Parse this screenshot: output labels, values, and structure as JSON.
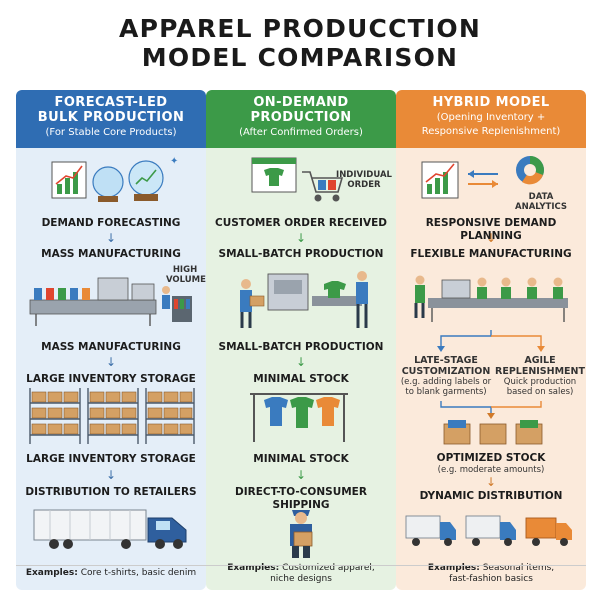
{
  "title": {
    "line1": "APPAREL PRODUCCTION",
    "line2": "MODEL COMPARISON"
  },
  "forecast": {
    "heading_line1": "FORECAST-LED",
    "heading_line2": "BULK PRODUCTION",
    "subheading": "(For Stable Core Products)",
    "steps": [
      "DEMAND FORECASTING",
      "MASS MANUFACTURING",
      "MASS MANUFACTURING",
      "LARGE INVENTORY STORAGE",
      "LARGE INVENTORY STORAGE",
      "DISTRIBUTION TO RETAILERS"
    ],
    "volume_label_line1": "HIGH",
    "volume_label_line2": "VOLUME",
    "examples_label": "Examples:",
    "examples_text": "Core t-shirts, basic denim"
  },
  "ondemand": {
    "heading_line1": "ON-DEMAND",
    "heading_line2": "PRODUCTION",
    "subheading": "(After Confirmed Orders)",
    "order_label_line1": "INDIVIDUAL",
    "order_label_line2": "ORDER",
    "steps": [
      "CUSTOMER ORDER RECEIVED",
      "SMALL-BATCH PRODUCTION",
      "SMALL-BATCH PRODUCTION",
      "MINIMAL STOCK",
      "MINIMAL STOCK",
      "DIRECT-TO-CONSUMER SHIPPING"
    ],
    "examples_label": "Examples:",
    "examples_line1": "Customized apparel,",
    "examples_line2": "niche designs"
  },
  "hybrid": {
    "heading_line1": "HYBRID MODEL",
    "subheading_line1": "(Opening Inventory +",
    "subheading_line2": "Responsive Replenishment)",
    "data_label_line1": "DATA",
    "data_label_line2": "ANALYTICS",
    "steps": [
      "RESPONSIVE DEMAND PLANNING",
      "FLEXIBLE MANUFACTURING"
    ],
    "late_stage": {
      "title_line1": "LATE-STAGE",
      "title_line2": "CUSTOMIZATION",
      "desc_line1": "(e.g. adding labels or",
      "desc_line2": "to blank garments)"
    },
    "agile": {
      "title_line1": "AGILE",
      "title_line2": "REPLENISHMENT",
      "desc_line1": "Quick production",
      "desc_line2": "based on sales)"
    },
    "optimized_title": "OPTIMIZED STOCK",
    "optimized_desc": "(e.g. moderate amounts)",
    "distribution": "DYNAMIC DISTRIBUTION",
    "examples_label": "Examples:",
    "examples_line1": "Seasonal items,",
    "examples_line2": "fast-fashion basics"
  },
  "colors": {
    "forecast_accent": "#2f6db3",
    "ondemand_accent": "#3c9a48",
    "hybrid_accent": "#e98a37"
  }
}
